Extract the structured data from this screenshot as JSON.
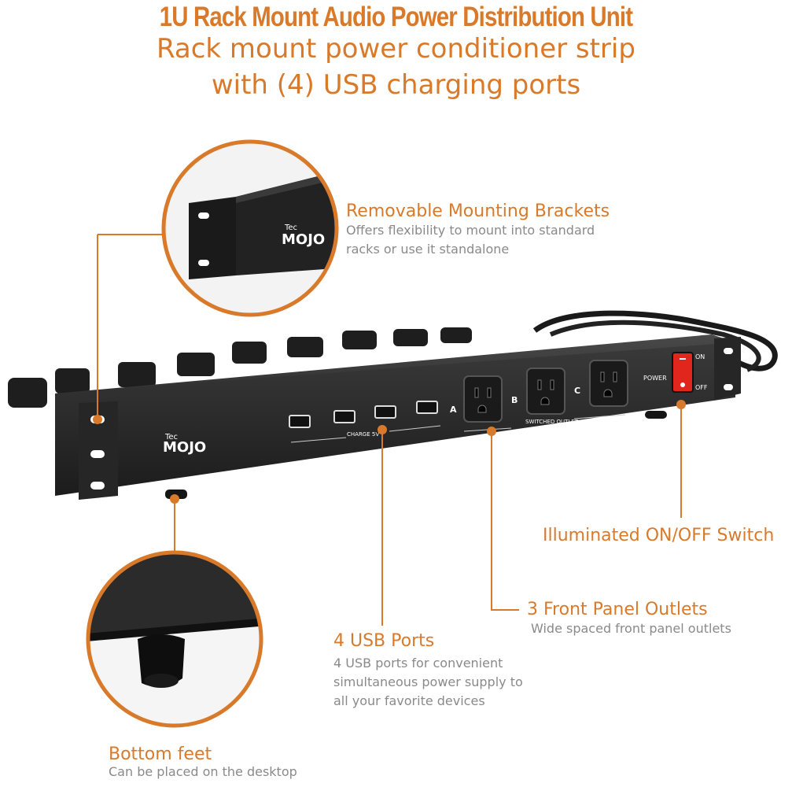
{
  "header": {
    "title": "1U Rack Mount Audio Power Distribution Unit",
    "subtitle_line1": "Rack mount power conditioner strip",
    "subtitle_line2": "with (4) USB charging ports"
  },
  "features": {
    "brackets": {
      "title": "Removable Mounting Brackets",
      "desc_line1": "Offers flexibility to mount into standard",
      "desc_line2": "racks or use it standalone"
    },
    "switch": {
      "title": "Illuminated ON/OFF Switch"
    },
    "outlets": {
      "title": "3 Front Panel Outlets",
      "desc_line1": "Wide spaced front panel outlets"
    },
    "usb": {
      "title": "4 USB Ports",
      "desc_line1": "4 USB ports for convenient",
      "desc_line2": "simultaneous power supply to",
      "desc_line3": "all your favorite devices"
    },
    "feet": {
      "title": "Bottom feet",
      "desc_line1": "Can be placed on the desktop"
    }
  },
  "device": {
    "brand_small": "Tec",
    "brand_large": "MOJO",
    "usb_label": "CHARGE 5V",
    "outlet_letters": [
      "A",
      "B",
      "C"
    ],
    "switched_label": "SWITCHED OUTLET",
    "power_label": "POWER",
    "on_label": "ON",
    "off_label": "OFF"
  },
  "colors": {
    "accent": "#d97a2b",
    "gray_text": "#8a8a8a",
    "device_body": "#2a2a2a",
    "switch_red": "#e0261d"
  }
}
